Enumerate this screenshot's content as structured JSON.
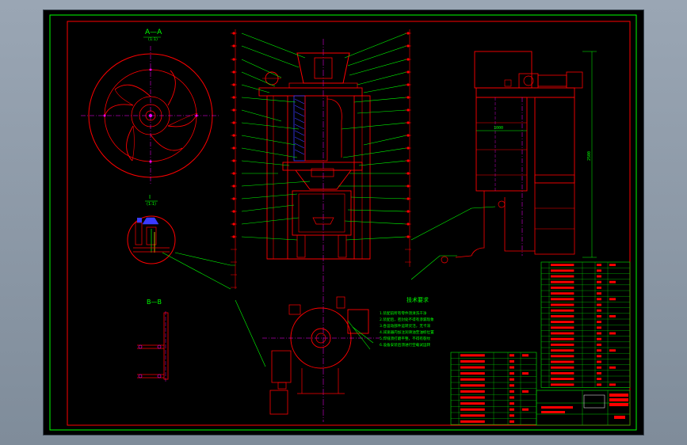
{
  "drawing": {
    "section_aa": "A—A",
    "section_aa_scale": "(1:1)",
    "detail_i": "I",
    "detail_i_scale": "(1:1)",
    "section_bb": "B—B",
    "tech_title": "技术要求",
    "tech_notes": [
      "1.装配前所有零件须清洗干净",
      "2.装配后，密封处不得有渗漏现象",
      "3.各运动部件运转灵活，无卡滞",
      "4.减速器内加注润滑油至油标位置",
      "5.焊缝须打磨平整，不得有裂纹",
      "6.设备安装后须进行空载试运转"
    ],
    "dimension_width": "1000",
    "dimension_height": "2500"
  },
  "colors": {
    "frame_green": "#00ff00",
    "line_red": "#ff0000",
    "leader_green": "#00ff00",
    "center_magenta": "#ff00ff",
    "table_green": "#00c800",
    "accent_blue": "#3a3aff",
    "white": "#ffffff"
  }
}
